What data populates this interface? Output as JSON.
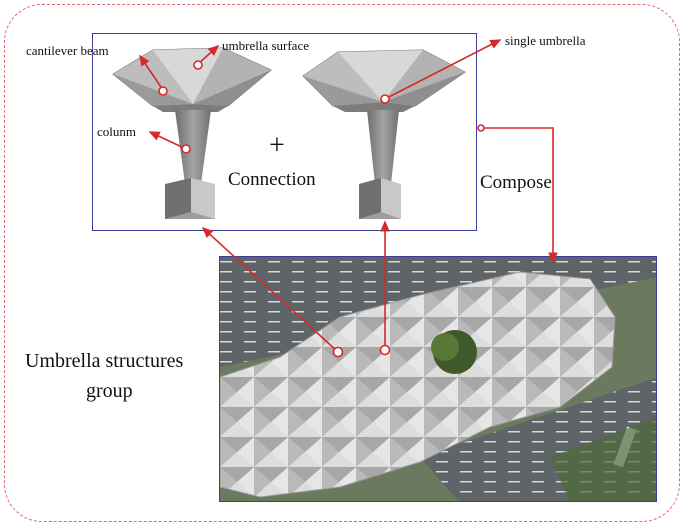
{
  "labels": {
    "cantilever_beam": "cantilever beam",
    "umbrella_surface": "umbrella surface",
    "column": "colunm",
    "single_umbrella": "single umbrella",
    "plus": "+",
    "connection": "Connection",
    "compose": "Compose",
    "group_line1": "Umbrella structures",
    "group_line2": "group"
  },
  "colors": {
    "frame_dash": "#e06a6a",
    "box_border": "#3b3f9c",
    "arrow": "#d62a2a",
    "umbrella_gray": "#a9a9a9"
  }
}
